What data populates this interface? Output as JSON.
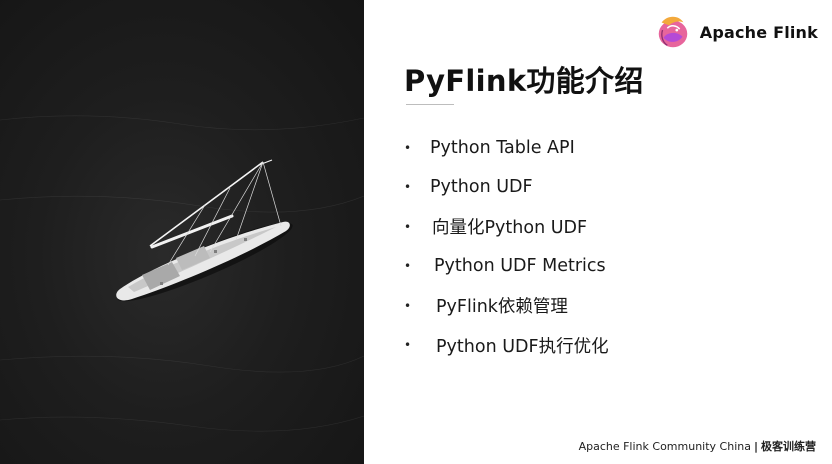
{
  "slide": {
    "title": "PyFlink功能介绍",
    "bullets": [
      "Python Table API",
      "Python UDF",
      "向量化Python UDF",
      "Python UDF Metrics",
      "PyFlink依赖管理",
      "Python UDF执行优化"
    ],
    "bullet_symbol": "•"
  },
  "logo": {
    "brand": "Apache Flink",
    "icon": "flink-squirrel-icon"
  },
  "footer": {
    "community": "Apache Flink Community China",
    "separator": "|",
    "camp": "极客训练营"
  },
  "colors": {
    "photo_background": "#1e1e1e",
    "title_text": "#111111",
    "rule": "#bdbdbd"
  }
}
